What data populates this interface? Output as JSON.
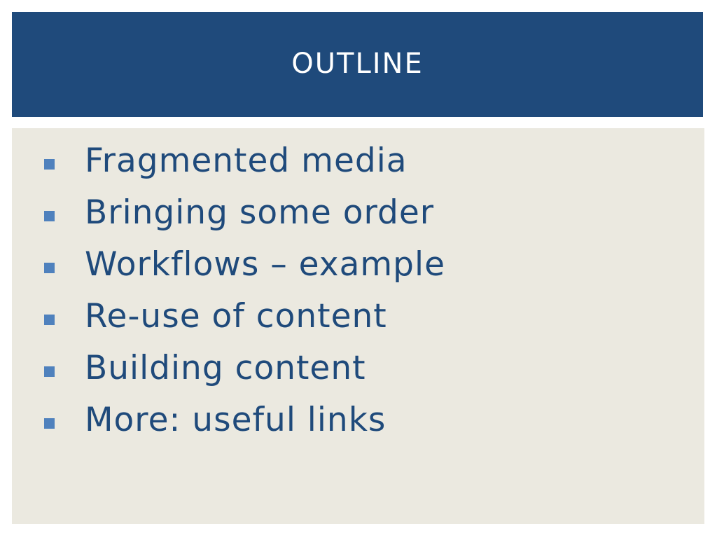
{
  "slide": {
    "title": "OUTLINE",
    "bullets": [
      {
        "label": "Fragmented media"
      },
      {
        "label": "Bringing some order"
      },
      {
        "label": "Workflows – example"
      },
      {
        "label": "Re-use of content"
      },
      {
        "label": "Building content"
      },
      {
        "label": "More: useful links"
      }
    ]
  },
  "theme": {
    "title_bar_color": "#1f4a7b",
    "title_text_color": "#ffffff",
    "panel_color": "#ebe9e0",
    "bullet_marker_color": "#4f81bd",
    "bullet_text_color": "#1f4a7b",
    "bullet_marker_icon": "square-bullet-icon"
  }
}
